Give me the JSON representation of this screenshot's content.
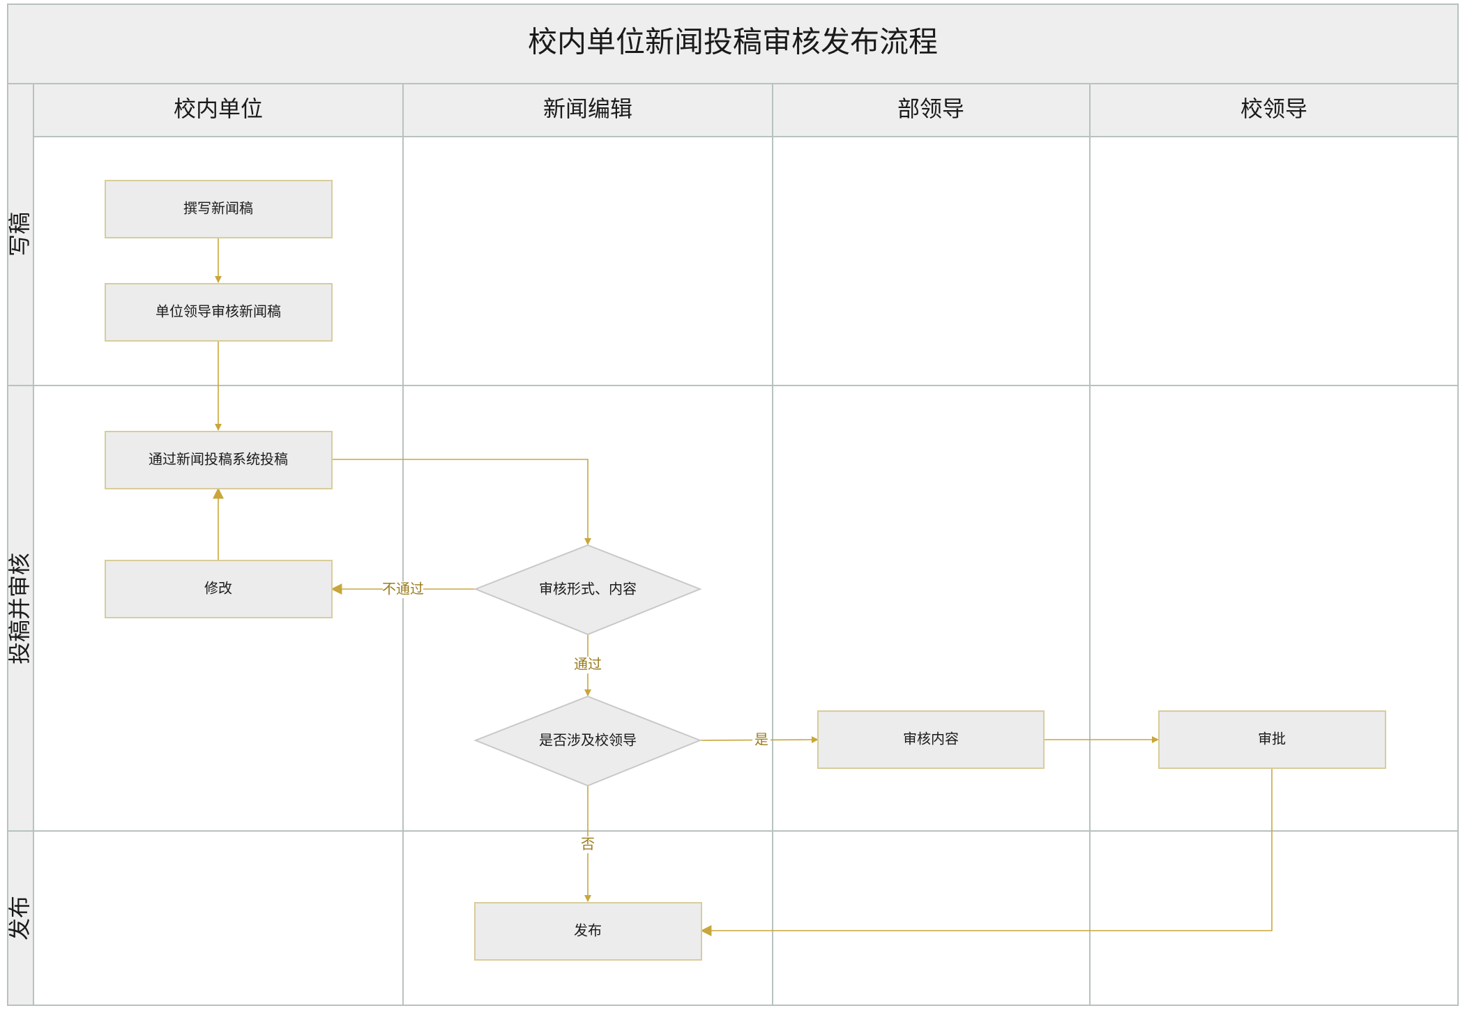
{
  "title": "校内单位新闻投稿审核发布流程",
  "columns": [
    "校内单位",
    "新闻编辑",
    "部领导",
    "校领导"
  ],
  "rows": [
    "写稿",
    "投稿并审核",
    "发布"
  ],
  "nodes": {
    "write": "撰写新闻稿",
    "unit_review": "单位领导审核新闻稿",
    "submit": "通过新闻投稿系统投稿",
    "revise": "修改",
    "check_form": "审核形式、内容",
    "involves_leader": "是否涉及校领导",
    "dept_review": "审核内容",
    "approve": "审批",
    "publish": "发布"
  },
  "edge_labels": {
    "reject": "不通过",
    "pass": "通过",
    "yes": "是",
    "no": "否"
  },
  "colors": {
    "connector": "#c9a63a",
    "node_fill": "#ececec",
    "grid": "#b6c2bf"
  }
}
